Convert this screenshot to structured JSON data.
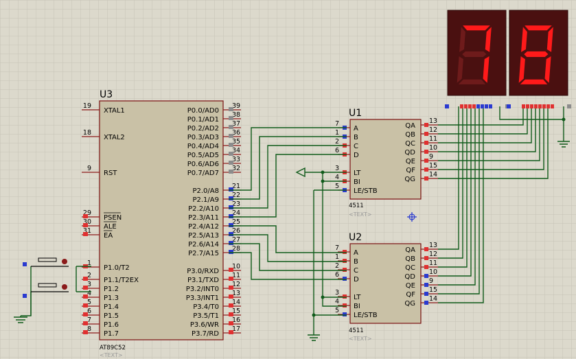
{
  "schematic": {
    "mcu": {
      "ref": "U3",
      "part": "AT89C52",
      "text_tag": "<TEXT>",
      "left_pins": [
        {
          "num": "19",
          "name": "XTAL1"
        },
        {
          "num": "18",
          "name": "XTAL2"
        },
        {
          "num": "9",
          "name": "RST"
        },
        {
          "num": "29",
          "name": "PSEN"
        },
        {
          "num": "30",
          "name": "ALE"
        },
        {
          "num": "31",
          "name": "EA"
        },
        {
          "num": "1",
          "name": "P1.0/T2"
        },
        {
          "num": "2",
          "name": "P1.1/T2EX"
        },
        {
          "num": "3",
          "name": "P1.2"
        },
        {
          "num": "4",
          "name": "P1.3"
        },
        {
          "num": "5",
          "name": "P1.4"
        },
        {
          "num": "6",
          "name": "P1.5"
        },
        {
          "num": "7",
          "name": "P1.6"
        },
        {
          "num": "8",
          "name": "P1.7"
        }
      ],
      "right_pins": [
        {
          "num": "39",
          "name": "P0.0/AD0"
        },
        {
          "num": "38",
          "name": "P0.1/AD1"
        },
        {
          "num": "37",
          "name": "P0.2/AD2"
        },
        {
          "num": "36",
          "name": "P0.3/AD3"
        },
        {
          "num": "35",
          "name": "P0.4/AD4"
        },
        {
          "num": "34",
          "name": "P0.5/AD5"
        },
        {
          "num": "33",
          "name": "P0.6/AD6"
        },
        {
          "num": "32",
          "name": "P0.7/AD7"
        },
        {
          "num": "21",
          "name": "P2.0/A8"
        },
        {
          "num": "22",
          "name": "P2.1/A9"
        },
        {
          "num": "23",
          "name": "P2.2/A10"
        },
        {
          "num": "24",
          "name": "P2.3/A11"
        },
        {
          "num": "25",
          "name": "P2.4/A12"
        },
        {
          "num": "26",
          "name": "P2.5/A13"
        },
        {
          "num": "27",
          "name": "P2.6/A14"
        },
        {
          "num": "28",
          "name": "P2.7/A15"
        },
        {
          "num": "10",
          "name": "P3.0/RXD"
        },
        {
          "num": "11",
          "name": "P3.1/TXD"
        },
        {
          "num": "12",
          "name": "P3.2/INT0"
        },
        {
          "num": "13",
          "name": "P3.3/INT1"
        },
        {
          "num": "14",
          "name": "P3.4/T0"
        },
        {
          "num": "15",
          "name": "P3.5/T1"
        },
        {
          "num": "16",
          "name": "P3.6/WR"
        },
        {
          "num": "17",
          "name": "P3.7/RD"
        }
      ]
    },
    "decoders": [
      {
        "ref": "U1",
        "part": "4511",
        "text_tag": "<TEXT>",
        "in_pins": [
          {
            "num": "7",
            "name": "A"
          },
          {
            "num": "1",
            "name": "B"
          },
          {
            "num": "2",
            "name": "C"
          },
          {
            "num": "6",
            "name": "D"
          },
          {
            "num": "3",
            "name": "LT"
          },
          {
            "num": "4",
            "name": "BI"
          },
          {
            "num": "5",
            "name": "LE/STB"
          }
        ],
        "out_pins": [
          {
            "num": "13",
            "name": "QA"
          },
          {
            "num": "12",
            "name": "QB"
          },
          {
            "num": "11",
            "name": "QC"
          },
          {
            "num": "10",
            "name": "QD"
          },
          {
            "num": "9",
            "name": "QE"
          },
          {
            "num": "15",
            "name": "QF"
          },
          {
            "num": "14",
            "name": "QG"
          }
        ]
      },
      {
        "ref": "U2",
        "part": "4511",
        "text_tag": "<TEXT>",
        "in_pins": [
          {
            "num": "7",
            "name": "A"
          },
          {
            "num": "1",
            "name": "B"
          },
          {
            "num": "2",
            "name": "C"
          },
          {
            "num": "6",
            "name": "D"
          },
          {
            "num": "3",
            "name": "LT"
          },
          {
            "num": "4",
            "name": "BI"
          },
          {
            "num": "5",
            "name": "LE/STB"
          }
        ],
        "out_pins": [
          {
            "num": "13",
            "name": "QA"
          },
          {
            "num": "12",
            "name": "QB"
          },
          {
            "num": "11",
            "name": "QC"
          },
          {
            "num": "10",
            "name": "QD"
          },
          {
            "num": "9",
            "name": "QE"
          },
          {
            "num": "15",
            "name": "QF"
          },
          {
            "num": "14",
            "name": "QG"
          }
        ]
      }
    ],
    "displays": [
      {
        "digit": "7",
        "segments_on": [
          "a",
          "b",
          "c"
        ]
      },
      {
        "digit": "8",
        "segments_on": [
          "a",
          "b",
          "c",
          "d",
          "e",
          "f",
          "g"
        ]
      }
    ],
    "colors": {
      "background": "#dcd9cc",
      "grid": "#c6c3b6",
      "wire": "#0f5a1a",
      "chip_body": "#c9c1a6",
      "chip_border": "#7a1010",
      "segment_on": "#ff1a1a",
      "segment_off": "#6e1b1b",
      "display_body": "#4a1010",
      "pin_high": "#e03030",
      "pin_low": "#2a3ad0",
      "pin_float": "#8c8c8c"
    }
  }
}
